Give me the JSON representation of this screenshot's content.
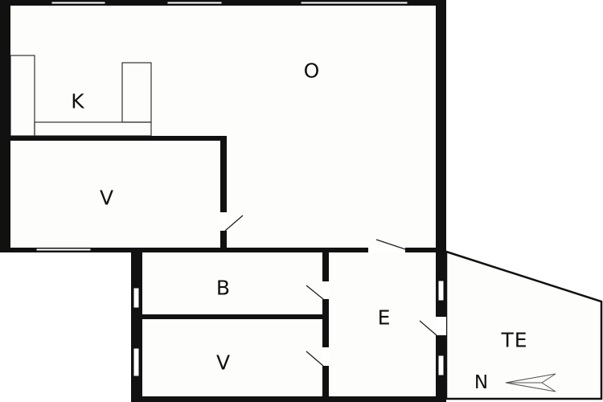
{
  "colors": {
    "wall": "#111111",
    "floor": "#fdfdfb",
    "window": "#ffffff"
  },
  "rooms": {
    "living": "O",
    "kitchen": "K",
    "bedroom_upper": "V",
    "bathroom": "B",
    "bedroom_lower": "V",
    "entrance": "E",
    "terrace": "TE"
  },
  "compass": {
    "label": "N",
    "icon": "north-arrow-icon"
  }
}
